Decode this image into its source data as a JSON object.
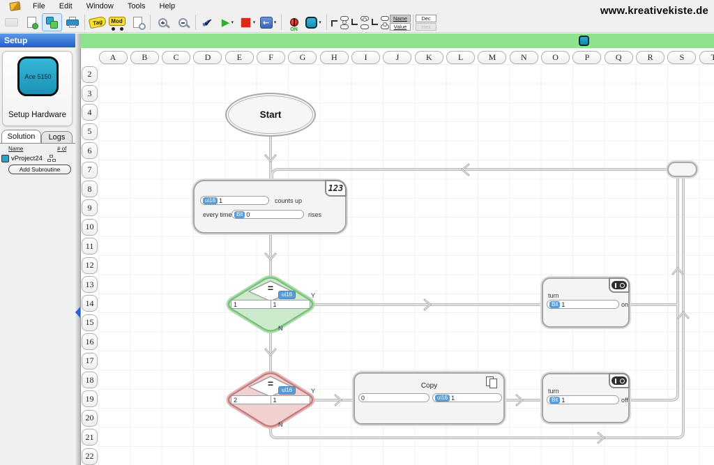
{
  "menubar": {
    "items": [
      {
        "label": "File"
      },
      {
        "label": "Edit"
      },
      {
        "label": "Window"
      },
      {
        "label": "Tools"
      },
      {
        "label": "Help"
      }
    ],
    "website": "www.kreativekiste.de"
  },
  "toolbar": {
    "tag_label": "Tag",
    "mod_label": "Mod",
    "on_label": "ON",
    "name_label": "Name",
    "value_label": "Value",
    "dec_label": "Dec",
    "hex_label": "Hex"
  },
  "icons": {
    "check": "✔",
    "play": "▶",
    "stop": "■",
    "back": "←",
    "caret": "▾"
  },
  "sidebar": {
    "header": "Setup",
    "device_label": "Ace 5150",
    "device_caption": "Setup Hardware",
    "tabs": [
      {
        "label": "Solution",
        "active": true
      },
      {
        "label": "Logs",
        "active": false
      }
    ],
    "name_header": "Name",
    "count_header": "# of",
    "project_name": "vProject24",
    "add_subroutine": "Add Subroutine"
  },
  "canvas": {
    "columns": [
      "A",
      "B",
      "C",
      "D",
      "E",
      "F",
      "G",
      "H",
      "I",
      "J",
      "K",
      "L",
      "M",
      "N",
      "O",
      "P",
      "Q",
      "R",
      "S",
      "T"
    ],
    "rows": [
      "2",
      "3",
      "4",
      "5",
      "6",
      "7",
      "8",
      "9",
      "10",
      "11",
      "12",
      "13",
      "14",
      "15",
      "16",
      "17",
      "18",
      "19",
      "20",
      "21",
      "22"
    ]
  },
  "flowchart": {
    "start_label": "Start",
    "counter": {
      "badge": "123",
      "var_tag": "ui16",
      "var_value": "1",
      "var_suffix": "counts up",
      "trigger_prefix": "every time",
      "trigger_tag": "Bit",
      "trigger_value": "0",
      "trigger_suffix": "rises"
    },
    "decision_on": {
      "operator": "=",
      "type_tag": "ui16",
      "left_value": "1",
      "right_value": "1",
      "yes_label": "Y",
      "no_label": "N"
    },
    "turn_on": {
      "verb": "turn",
      "port_tag": "Bit",
      "port_value": "1",
      "state": "on"
    },
    "decision_off": {
      "operator": "=",
      "type_tag": "ui16",
      "left_value": "2",
      "right_value": "1",
      "yes_label": "Y",
      "no_label": "N"
    },
    "copy": {
      "title": "Copy",
      "dest_value": "0",
      "src_tag": "ui16",
      "src_value": "1"
    },
    "turn_off": {
      "verb": "turn",
      "port_tag": "Bit",
      "port_value": "1",
      "state": "off"
    }
  },
  "colors": {
    "accent_teal": "#1fa3c6",
    "green_bar": "#8fe28f",
    "tag_blue": "#5b9bd5",
    "decision_green": "#74c074",
    "decision_red": "#c47878",
    "header_blue": "#2f6bd8"
  }
}
